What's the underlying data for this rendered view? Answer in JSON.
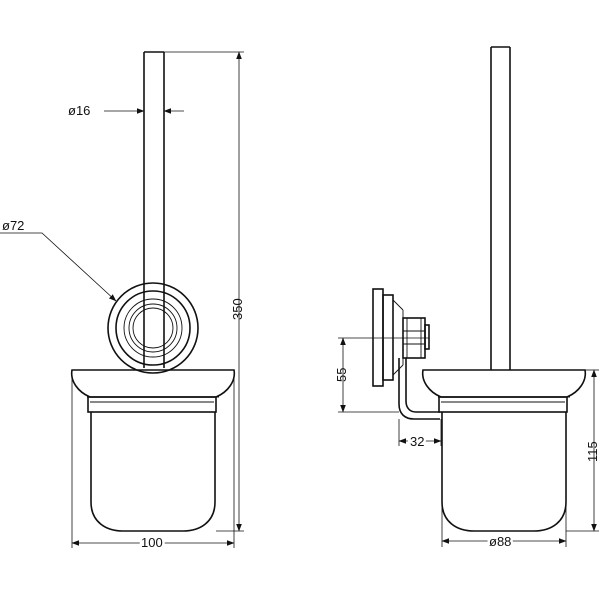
{
  "views": {
    "front": {
      "name": "front view"
    },
    "side": {
      "name": "side view"
    }
  },
  "dimensions": {
    "rod_diameter": "ø16",
    "mount_diameter": "ø72",
    "total_height": "350",
    "cup_width": "100",
    "bracket_height": "55",
    "bracket_depth": "32",
    "cup_height": "115",
    "cup_diameter": "ø88"
  }
}
